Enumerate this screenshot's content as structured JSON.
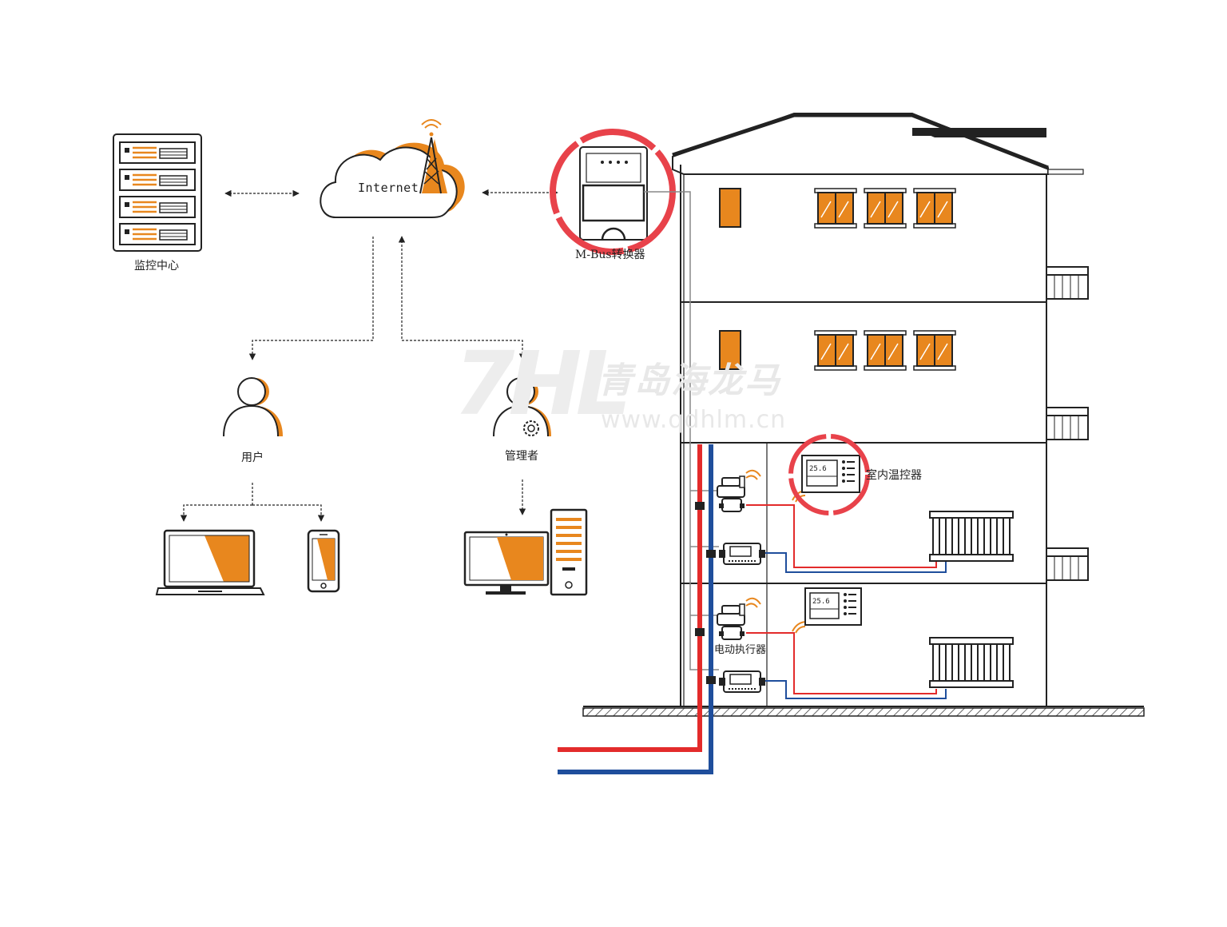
{
  "labels": {
    "monitor_center": "监控中心",
    "internet": "Internet",
    "mbus_converter": "M-Bus转换器",
    "user": "用户",
    "manager": "管理者",
    "room_thermostat": "室内温控器",
    "electric_actuator": "电动执行器"
  },
  "thermostat": {
    "temp_reading": "25.6"
  },
  "watermark": {
    "logo": "7HL",
    "company": "青岛海龙马",
    "url": "www.qdhlm.cn"
  },
  "colors": {
    "accent_orange": "#e8871e",
    "supply_red": "#e32b2b",
    "return_blue": "#1f4e9c",
    "highlight_ring": "#e8424a",
    "line_dark": "#222222"
  }
}
